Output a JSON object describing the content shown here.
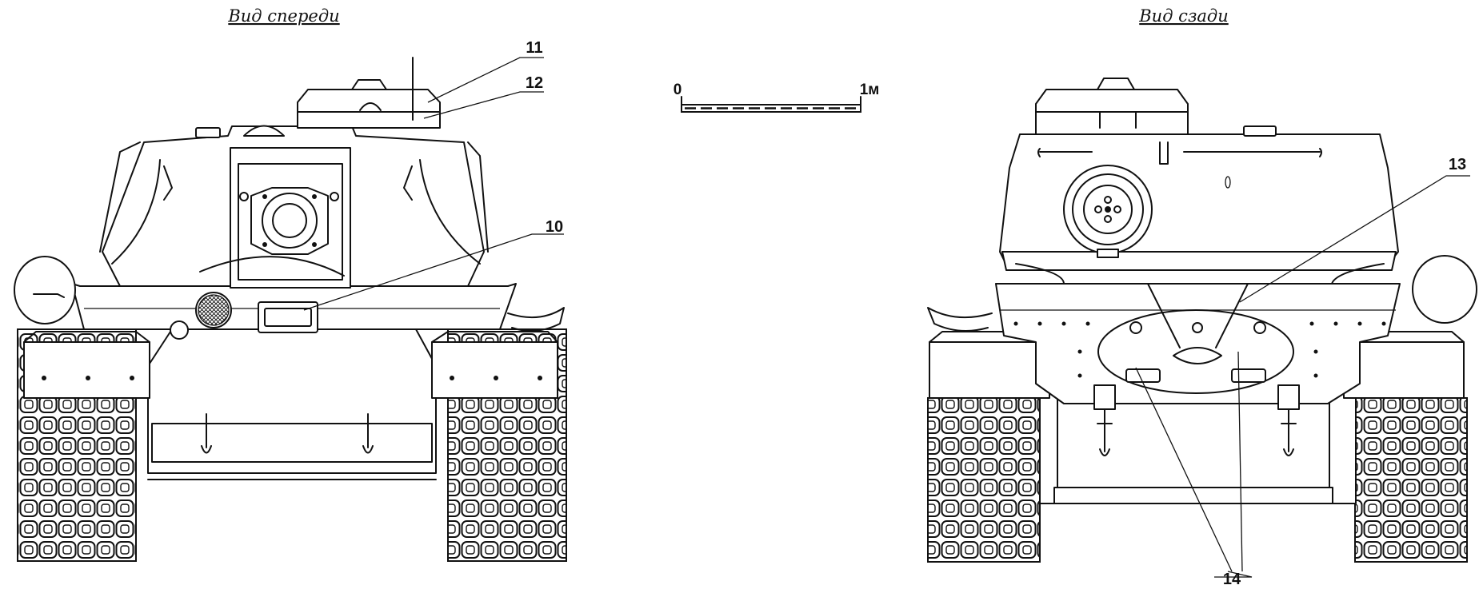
{
  "views": {
    "front_title": "Вид спереди",
    "rear_title": "Вид сзади"
  },
  "scale_bar": {
    "start_label": "0",
    "end_label": "1м"
  },
  "callouts": {
    "c10": "10",
    "c11": "11",
    "c12": "12",
    "c13": "13",
    "c14": "14"
  }
}
